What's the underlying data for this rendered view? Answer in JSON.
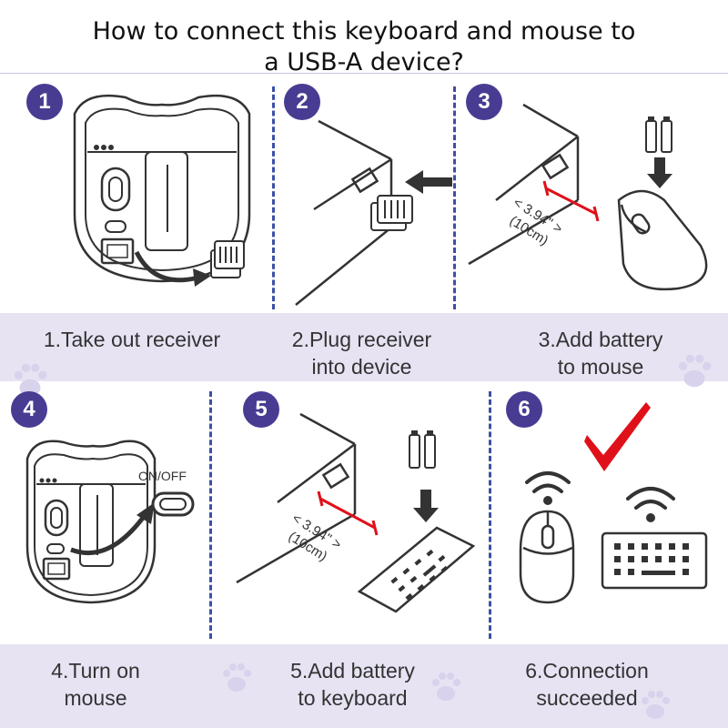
{
  "title": {
    "line1": "How to connect this keyboard and mouse to",
    "line2": "a USB-A device?"
  },
  "steps": [
    {
      "number": "1",
      "caption_line1": "1.Take out receiver",
      "caption_line2": ""
    },
    {
      "number": "2",
      "caption_line1": "2.Plug receiver",
      "caption_line2": "into device"
    },
    {
      "number": "3",
      "caption_line1": "3.Add battery",
      "caption_line2": "to mouse"
    },
    {
      "number": "4",
      "caption_line1": "4.Turn on",
      "caption_line2": "mouse"
    },
    {
      "number": "5",
      "caption_line1": "5.Add battery",
      "caption_line2": "to keyboard"
    },
    {
      "number": "6",
      "caption_line1": "6.Connection",
      "caption_line2": "succeeded"
    }
  ],
  "labels": {
    "on_off": "ON/OFF",
    "distance_in": "< 3.94\" >",
    "distance_cm": "(10cm)"
  },
  "colors": {
    "number_badge": "#473c92",
    "divider": "#3d4fa8",
    "caption_band": "#e7e3f3",
    "checkmark": "#e0101a",
    "distance_bar": "#e0101a",
    "line_art": "#333333"
  },
  "icons": [
    "usb-receiver-icon",
    "arrow-icon",
    "battery-icon",
    "wifi-icon",
    "checkmark-icon",
    "paw-icon"
  ]
}
